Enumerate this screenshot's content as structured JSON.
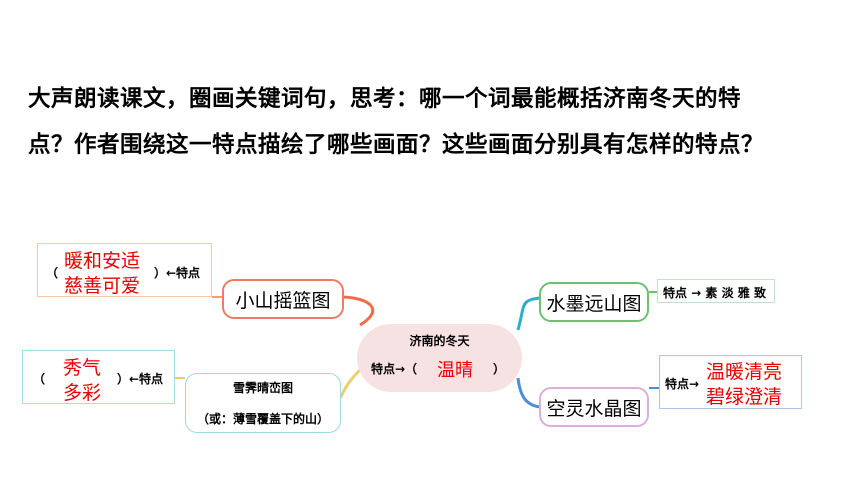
{
  "question": {
    "line1": "大声朗读课文，圈画关键词句，思考：哪一个词最能概括济南冬天的特",
    "line2": "点？作者围绕这一特点描绘了哪些画面？这些画面分别具有怎样的特点？"
  },
  "mindmap": {
    "center": {
      "title": "济南的冬天",
      "trait_prefix": "特点→（",
      "trait_answer": "温晴",
      "trait_suffix": "）"
    },
    "branches": {
      "small_hill": {
        "label": "小山摇篮图",
        "note_open": "（",
        "answer_line1": "暖和安适",
        "answer_line2": "慈善可爱",
        "note_close": "）←特点"
      },
      "snow_hill": {
        "label_line1": "雪霁晴峦图",
        "label_line2": "（或：薄雪覆盖下的山）",
        "note_open": "（",
        "answer_line1": "秀气",
        "answer_line2": "多彩",
        "note_close": "）←特点"
      },
      "ink_painting": {
        "label": "水墨远山图",
        "note": "特点 → 素 淡 雅 致"
      },
      "crystal": {
        "label": "空灵水晶图",
        "note_prefix": "特点→",
        "answer_line1": "温暖清亮",
        "answer_line2": "碧绿澄清"
      }
    },
    "colors": {
      "answer_red": "#e60000",
      "left_top_line": "#f0a06a",
      "left_top_border": "#f07a6a",
      "left_bottom_line": "#e8d070",
      "right_top_line": "#2ab0c8",
      "right_top_border": "#6cc070",
      "right_bottom_line": "#4a90d8",
      "right_bottom_border": "#d8b0d8",
      "center_fill": "#f6e1e3"
    }
  }
}
